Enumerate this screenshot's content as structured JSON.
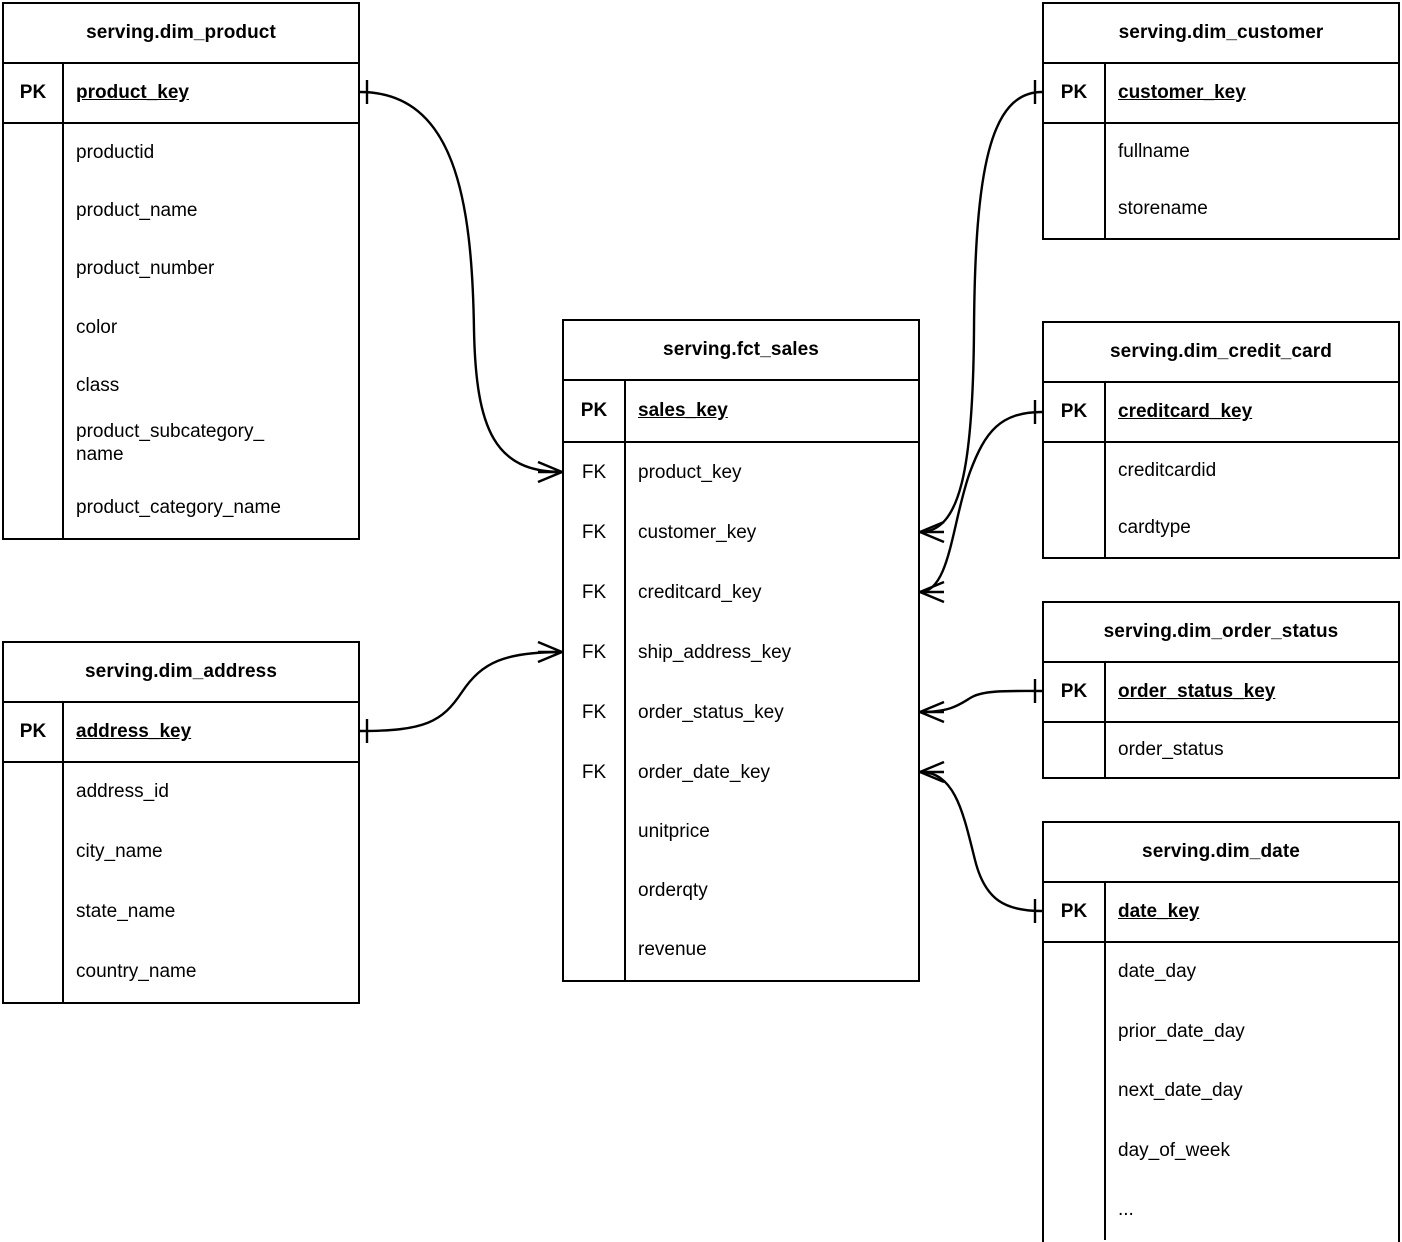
{
  "diagram": {
    "title": "serving layer star schema",
    "notation": "crow's foot",
    "line_color": "#000000",
    "background_color": "#ffffff",
    "pk_label": "PK",
    "fk_label": "FK"
  },
  "entities": [
    {
      "id": "dim_product",
      "name": "serving.dim_product",
      "primary_key": {
        "key": "PK",
        "column": "product_key"
      },
      "attributes": [
        "productid",
        "product_name",
        "product_number",
        "color",
        "class",
        "product_subcategory_\nname",
        "product_category_name"
      ]
    },
    {
      "id": "dim_address",
      "name": "serving.dim_address",
      "primary_key": {
        "key": "PK",
        "column": "address_key"
      },
      "attributes": [
        "address_id",
        "city_name",
        "state_name",
        "country_name"
      ]
    },
    {
      "id": "fct_sales",
      "name": "serving.fct_sales",
      "primary_key": {
        "key": "PK",
        "column": "sales_key"
      },
      "foreign_keys": [
        {
          "key": "FK",
          "column": "product_key"
        },
        {
          "key": "FK",
          "column": "customer_key"
        },
        {
          "key": "FK",
          "column": "creditcard_key"
        },
        {
          "key": "FK",
          "column": "ship_address_key"
        },
        {
          "key": "FK",
          "column": "order_status_key"
        },
        {
          "key": "FK",
          "column": "order_date_key"
        }
      ],
      "measures": [
        "unitprice",
        "orderqty",
        "revenue"
      ]
    },
    {
      "id": "dim_customer",
      "name": "serving.dim_customer",
      "primary_key": {
        "key": "PK",
        "column": "customer_key"
      },
      "attributes": [
        "fullname",
        "storename"
      ]
    },
    {
      "id": "dim_credit_card",
      "name": "serving.dim_credit_card",
      "primary_key": {
        "key": "PK",
        "column": "creditcard_key"
      },
      "attributes": [
        "creditcardid",
        "cardtype"
      ]
    },
    {
      "id": "dim_order_status",
      "name": "serving.dim_order_status",
      "primary_key": {
        "key": "PK",
        "column": "order_status_key"
      },
      "attributes": [
        "order_status"
      ]
    },
    {
      "id": "dim_date",
      "name": "serving.dim_date",
      "primary_key": {
        "key": "PK",
        "column": "date_key"
      },
      "attributes": [
        "date_day",
        "prior_date_day",
        "next_date_day",
        "day_of_week",
        "..."
      ]
    }
  ],
  "relationships": [
    {
      "id": "rel-product",
      "from": "dim_product.product_key",
      "to": "fct_sales.product_key",
      "cardinality": "one-to-many"
    },
    {
      "id": "rel-address",
      "from": "dim_address.address_key",
      "to": "fct_sales.ship_address_key",
      "cardinality": "one-to-many"
    },
    {
      "id": "rel-customer",
      "from": "dim_customer.customer_key",
      "to": "fct_sales.customer_key",
      "cardinality": "one-to-many"
    },
    {
      "id": "rel-creditcard",
      "from": "dim_credit_card.creditcard_key",
      "to": "fct_sales.creditcard_key",
      "cardinality": "one-to-many"
    },
    {
      "id": "rel-order-status",
      "from": "dim_order_status.order_status_key",
      "to": "fct_sales.order_status_key",
      "cardinality": "one-to-many"
    },
    {
      "id": "rel-date",
      "from": "dim_date.date_key",
      "to": "fct_sales.order_date_key",
      "cardinality": "one-to-many"
    }
  ]
}
